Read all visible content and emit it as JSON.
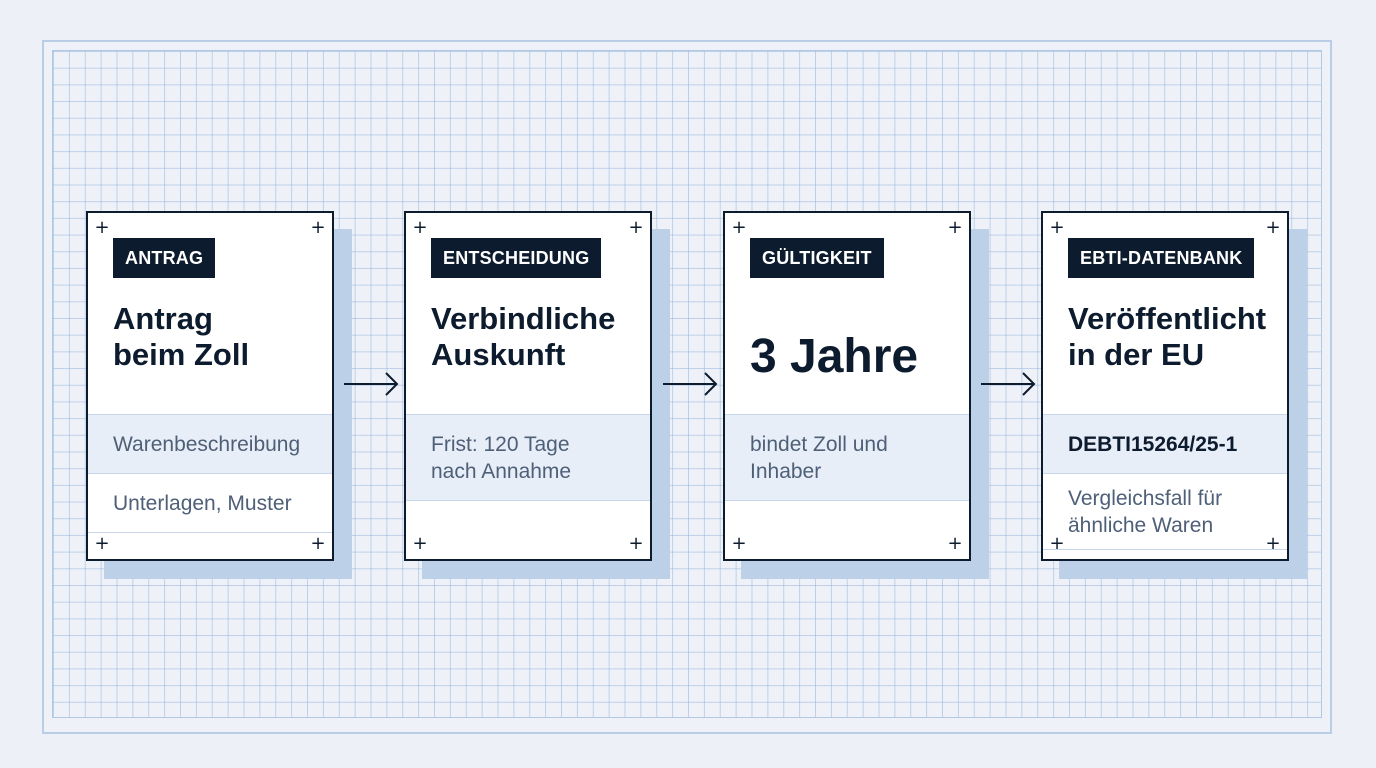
{
  "steps": [
    {
      "tag": "ANTRAG",
      "title": "Antrag\nbeim Zoll",
      "rows": [
        "Warenbeschreibung",
        "Unterlagen, Muster"
      ]
    },
    {
      "tag": "ENTSCHEIDUNG",
      "title": "Verbindliche\nAuskunft",
      "rows": [
        "Frist: 120 Tage\nnach Annahme"
      ]
    },
    {
      "tag": "GÜLTIGKEIT",
      "title": "3 Jahre",
      "rows": [
        "bindet Zoll und\nInhaber"
      ]
    },
    {
      "tag": "EBTI-DATENBANK",
      "title": "Veröffentlicht\nin der EU",
      "rows": [
        "DEBTI15264/25-1",
        "Vergleichsfall für\nähnliche Waren"
      ]
    }
  ],
  "colors": {
    "ink": "#0d1b2e",
    "shadow": "#bcd0e7",
    "grid": "#b3c8e3",
    "tint": "#e8eef7"
  }
}
